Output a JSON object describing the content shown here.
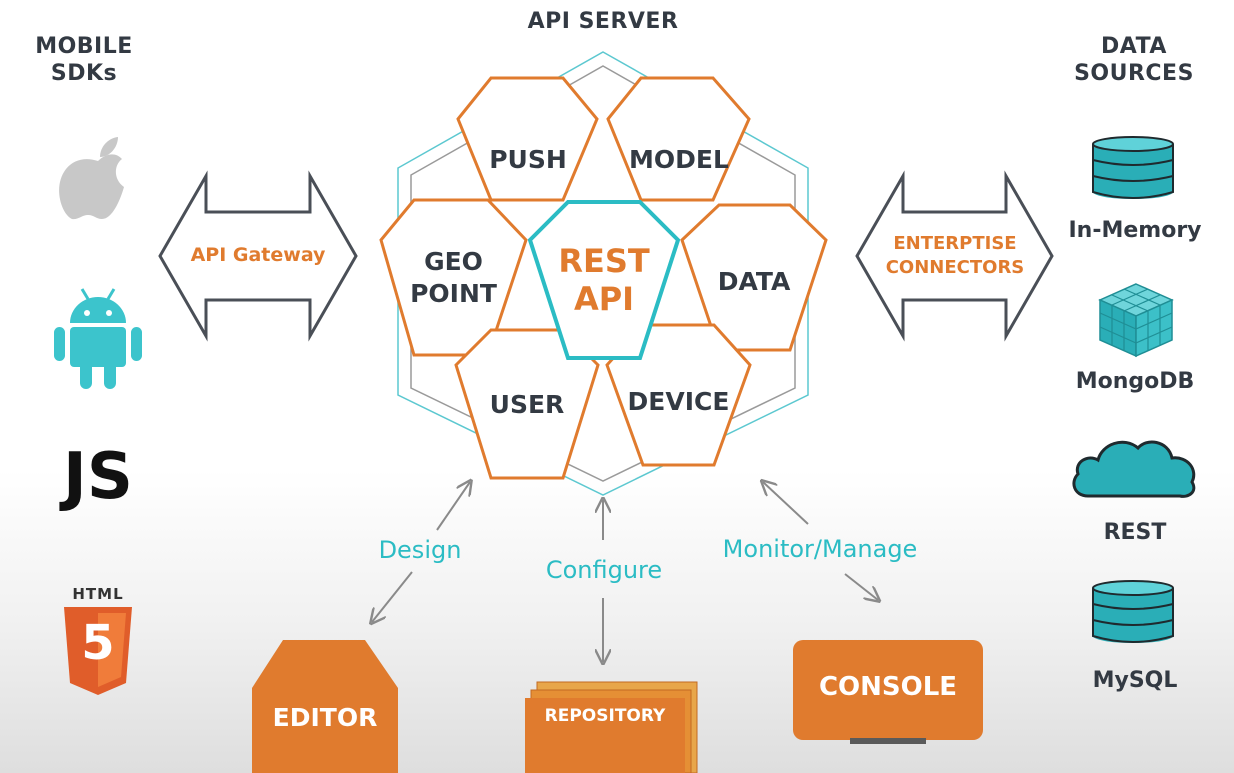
{
  "titles": {
    "mobile_sdks": "MOBILE\nSDKs",
    "api_server": "API SERVER",
    "data_sources": "DATA\nSOURCES"
  },
  "hexagons": {
    "push": "PUSH",
    "model": "MODEL",
    "geo_point": "GEO\nPOINT",
    "rest_api": "REST\nAPI",
    "data": "DATA",
    "user": "USER",
    "device": "DEVICE"
  },
  "arrows": {
    "api_gateway": "API Gateway",
    "enterprise_connectors": "ENTERPTISE\nCONNECTORS"
  },
  "flows": {
    "design": "Design",
    "configure": "Configure",
    "monitor_manage": "Monitor/Manage"
  },
  "tools": {
    "editor": "EDITOR",
    "repository": "REPOSITORY",
    "console": "CONSOLE"
  },
  "sdks": {
    "js": "JS",
    "html": "HTML",
    "html5_digit": "5"
  },
  "data_sources": {
    "in_memory": "In-Memory",
    "mongodb": "MongoDB",
    "rest": "REST",
    "mysql": "MySQL"
  },
  "colors": {
    "orange": "#e07b2e",
    "teal": "#2bbcc4",
    "dark_text": "#333a43",
    "gray_icon": "#c8c8c8"
  },
  "icons": [
    "apple-icon",
    "android-icon",
    "js-logo",
    "html5-icon",
    "database-icon",
    "cube-grid-icon",
    "cloud-icon"
  ]
}
